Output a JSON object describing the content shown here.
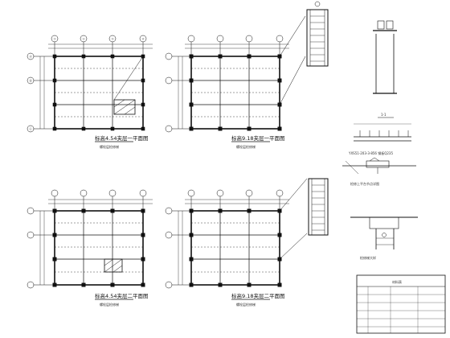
{
  "plans": {
    "p1": {
      "title": "标高4.54夹层一平面图",
      "note": "螺栓层检修梯"
    },
    "p2": {
      "title": "标高9.18夹层一平面图",
      "note": "螺栓层检修梯"
    },
    "p3": {
      "title": "标高4.54夹层二平面图",
      "note": "螺栓层检修梯"
    },
    "p4": {
      "title": "标高9.18夹层二平面图",
      "note": "螺栓层检修梯"
    }
  },
  "grid": {
    "cols": [
      "①",
      "②",
      "③",
      "④"
    ],
    "rows": [
      "Ⓐ",
      "Ⓑ",
      "Ⓒ"
    ]
  },
  "details": {
    "section": "1-1",
    "beam": "YXS51-203-3-856  钢板Q235",
    "stair": "检修上平台节点详图",
    "ladder": "检修梯大样"
  },
  "table": {
    "title": "材料表"
  }
}
